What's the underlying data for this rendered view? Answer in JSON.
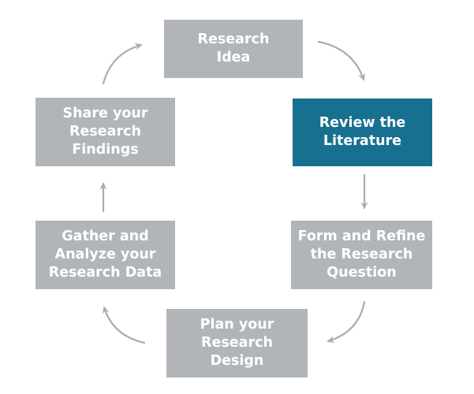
{
  "colors": {
    "background": "#ffffff",
    "box": "#b2b5b8",
    "highlight": "#17708f",
    "arrow": "#a9adb2",
    "label": "#ffffff"
  },
  "nodes": [
    {
      "id": "research-idea",
      "label": "Research\nIdea",
      "highlighted": false
    },
    {
      "id": "review-literature",
      "label": "Review the\nLiterature",
      "highlighted": true
    },
    {
      "id": "form-refine-question",
      "label": "Form and Refine\nthe Research\nQuestion",
      "highlighted": false
    },
    {
      "id": "plan-research-design",
      "label": "Plan your\nResearch\nDesign",
      "highlighted": false
    },
    {
      "id": "gather-analyze-data",
      "label": "Gather and\nAnalyze your\nResearch Data",
      "highlighted": false
    },
    {
      "id": "share-findings",
      "label": "Share your\nResearch\nFindings",
      "highlighted": false
    }
  ],
  "edges": [
    {
      "from": "research-idea",
      "to": "review-literature"
    },
    {
      "from": "review-literature",
      "to": "form-refine-question"
    },
    {
      "from": "form-refine-question",
      "to": "plan-research-design"
    },
    {
      "from": "plan-research-design",
      "to": "gather-analyze-data"
    },
    {
      "from": "gather-analyze-data",
      "to": "share-findings"
    },
    {
      "from": "share-findings",
      "to": "research-idea"
    }
  ]
}
